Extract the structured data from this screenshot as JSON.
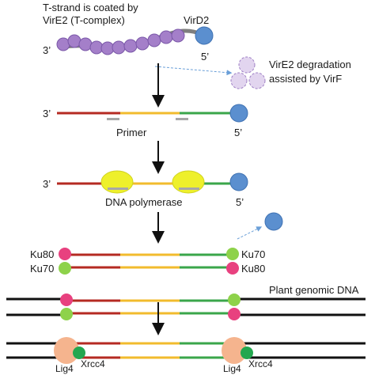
{
  "labels": {
    "t_strand_line1": "T-strand is coated by",
    "t_strand_line2": "VirE2 (T-complex)",
    "vird2": "VirD2",
    "end3_a": "3’",
    "end5_a": "5’",
    "degradation_line1": "VirE2 degradation",
    "degradation_line2": "assisted by VirF",
    "end3_b": "3’",
    "end5_b": "5’",
    "primer": "Primer",
    "end3_c": "3’",
    "end5_c": "5’",
    "dna_polymerase": "DNA polymerase",
    "ku80_left": "Ku80",
    "ku70_left": "Ku70",
    "ku70_right": "Ku70",
    "ku80_right": "Ku80",
    "plant_genomic_dna": "Plant genomic DNA",
    "lig4_left": "Lig4",
    "xrcc4_left": "Xrcc4",
    "lig4_right": "Lig4",
    "xrcc4_right": "Xrcc4"
  },
  "colors": {
    "vire2": "#a47fc9",
    "vire2_faded": "#e2d5ef",
    "vird2": "#5b8fcf",
    "strand_red": "#b52a22",
    "strand_yellow": "#f2bb2d",
    "strand_green": "#3aa64a",
    "primer_gray": "#a7a7a7",
    "polymerase_yellow": "#eef02b",
    "ku80_pink": "#e8417f",
    "ku70_green": "#8ed24a",
    "lig4_peach": "#f5b48e",
    "xrcc4_green": "#23a74f",
    "genomic_black": "#111111"
  }
}
